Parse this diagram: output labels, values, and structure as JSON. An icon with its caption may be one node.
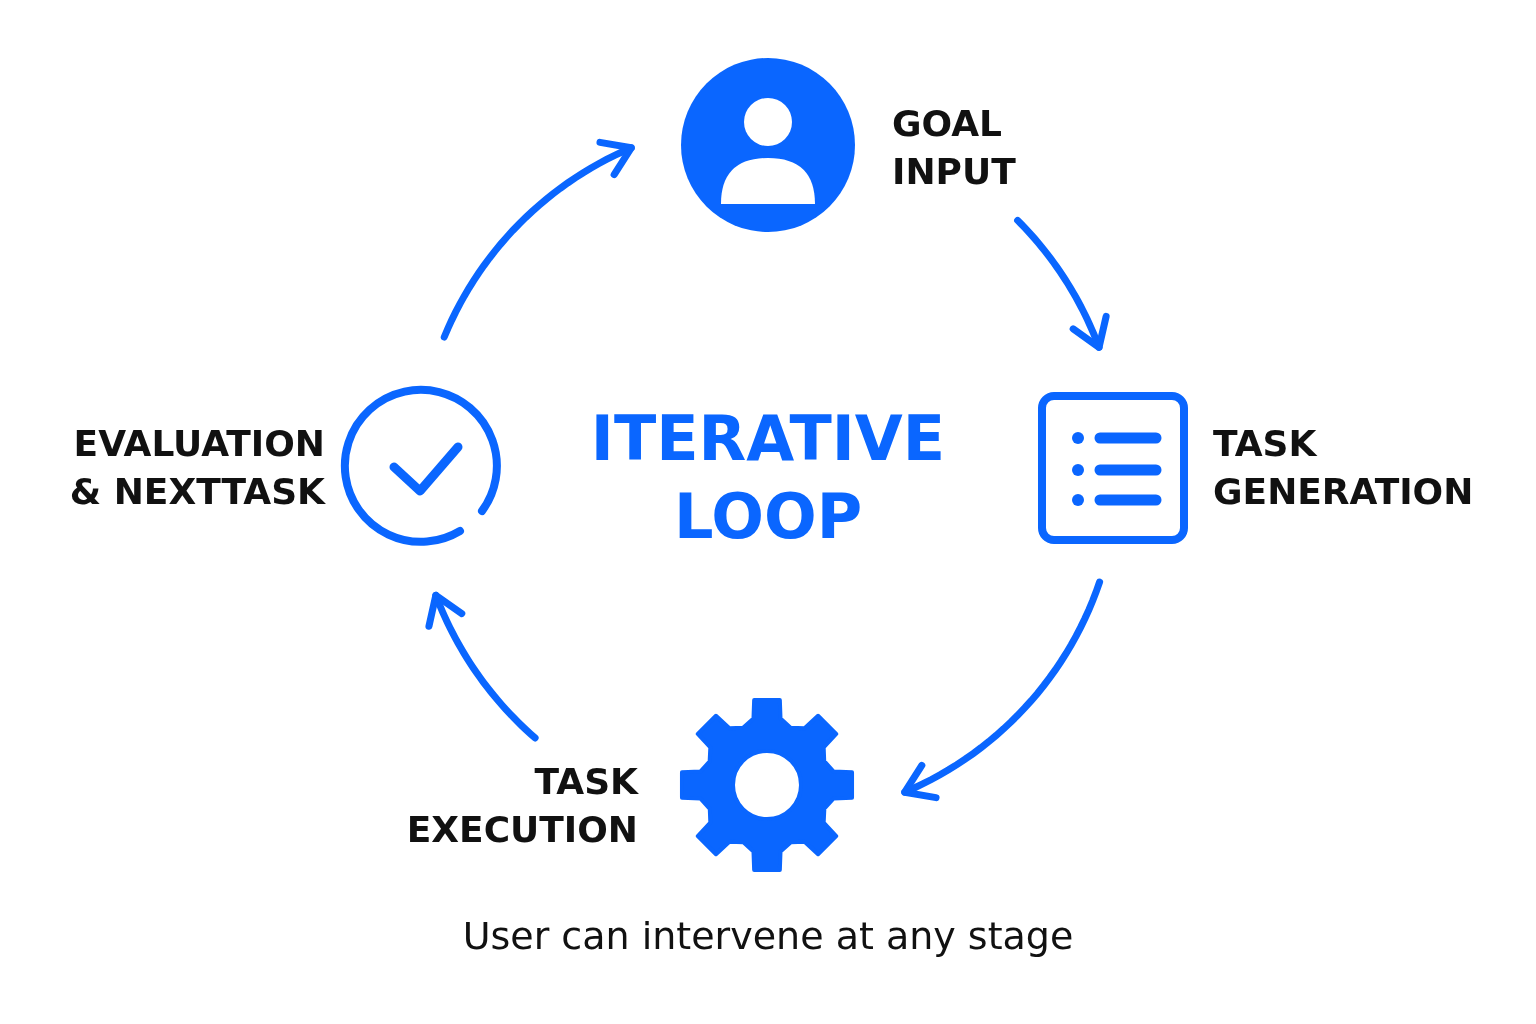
{
  "diagram": {
    "caption": "User can intervene at any stage",
    "nodes": [
      {
        "text": [],
        "shape": "circle",
        "beside": [
          "GOAL INPUT"
        ]
      },
      {
        "text": [],
        "shape": "box",
        "beside": [
          "TASK GENERATION"
        ]
      },
      {
        "text": [],
        "shape": "gear",
        "beside": [
          "TASK EXECUTION"
        ]
      },
      {
        "text": [],
        "shape": "circle",
        "beside": [
          "EVALUATION & NEXTTASK"
        ]
      }
    ],
    "edges": [
      {
        "from": 0,
        "to": 1,
        "arrow": "to"
      },
      {
        "from": 1,
        "to": 2,
        "arrow": "to"
      },
      {
        "from": 2,
        "to": 3,
        "arrow": "to"
      },
      {
        "from": 3,
        "to": 0,
        "arrow": "to"
      }
    ],
    "labels": [
      "ITERATIVE LOOP"
    ]
  }
}
